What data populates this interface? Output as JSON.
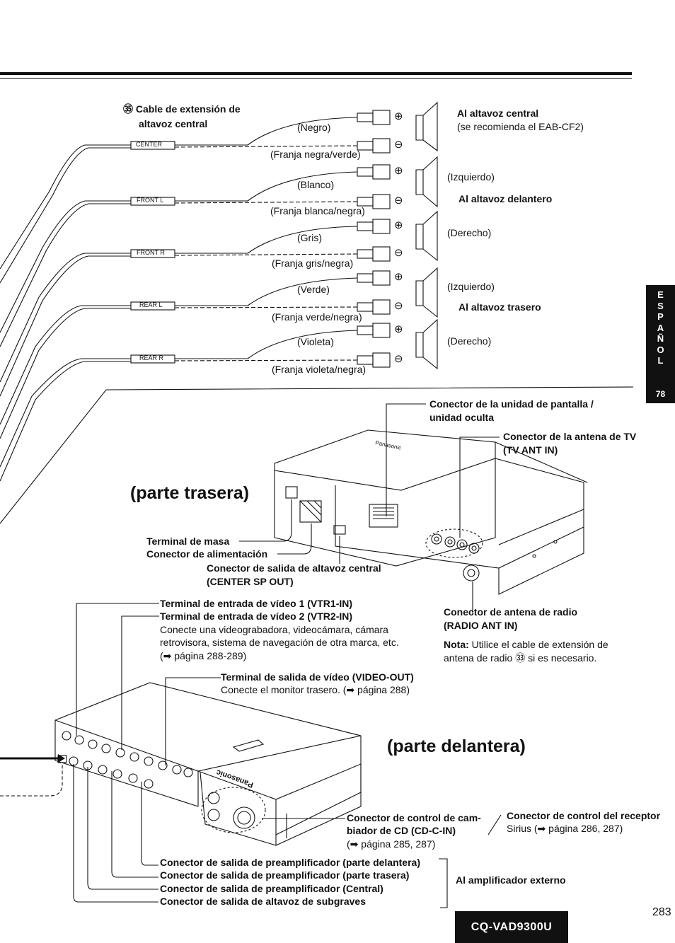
{
  "cable_section": {
    "ref_number": "㉟",
    "cable_title_line1": "Cable de extensión de",
    "cable_title_line2": "altavoz central",
    "connectors": [
      {
        "tag": "CENTER",
        "wire_plus": "(Negro)",
        "wire_minus": "(Franja negra/verde)"
      },
      {
        "tag": "FRONT L",
        "wire_plus": "(Blanco)",
        "wire_minus": "(Franja blanca/negra)"
      },
      {
        "tag": "FRONT R",
        "wire_plus": "(Gris)",
        "wire_minus": "(Franja gris/negra)"
      },
      {
        "tag": "REAR L",
        "wire_plus": "(Verde)",
        "wire_minus": "(Franja verde/negra)"
      },
      {
        "tag": "REAR R",
        "wire_plus": "(Violeta)",
        "wire_minus": "(Franja violeta/negra)"
      }
    ],
    "plus_symbol": "⊕",
    "minus_symbol": "⊖",
    "speakers": {
      "center_title": "Al altavoz central",
      "center_note": "(se recomienda el EAB-CF2)",
      "front_left": "(Izquierdo)",
      "front_title": "Al altavoz delantero",
      "front_right": "(Derecho)",
      "rear_left": "(Izquierdo)",
      "rear_title": "Al altavoz trasero",
      "rear_right": "(Derecho)"
    }
  },
  "rear_view": {
    "title": "(parte trasera)",
    "display_connector_line1": "Conector de la unidad de pantalla /",
    "display_connector_line2": "unidad oculta",
    "tv_antenna_line1": "Conector de la antena de TV",
    "tv_antenna_line2": "(TV ANT IN)",
    "ground": "Terminal de masa",
    "power": "Conector de alimentación",
    "center_sp_line1": "Conector de salida de altavoz central",
    "center_sp_line2": "(CENTER SP OUT)",
    "radio_antenna_line1": "Conector de antena de radio",
    "radio_antenna_line2": "(RADIO ANT IN)",
    "nota_label": "Nota:",
    "nota_text_line1": "Utilice el cable de extensión de",
    "nota_text_line2": "antena de radio ㉝ si es necesario."
  },
  "front_view": {
    "title": "(parte delantera)",
    "vtr1": "Terminal de entrada de vídeo 1 (VTR1-IN)",
    "vtr2": "Terminal de entrada de vídeo 2 (VTR2-IN)",
    "vtr_desc_line1": "Conecte una videograbadora, videocámara, cámara",
    "vtr_desc_line2": "retrovisora, sistema de navegación de otra marca, etc.",
    "vtr_desc_line3": "(➡ página 288-289)",
    "video_out": "Terminal de salida de vídeo (VIDEO-OUT)",
    "video_out_desc": "Conecte el monitor trasero. (➡ página 288)",
    "cd_changer_line1": "Conector de control de cam-",
    "cd_changer_line2": "biador de CD (CD-C-IN)",
    "cd_changer_line3": "(➡ página 285, 287)",
    "sirius_line1": "Conector de control del receptor",
    "sirius_line2": "Sirius (➡ página 286, 287)",
    "preamp_front": "Conector de salida de preamplificador (parte delantera)",
    "preamp_rear": "Conector de salida de preamplificador (parte trasera)",
    "preamp_center": "Conector de salida de preamplificador (Central)",
    "subwoofer": "Conector de salida de altavoz de subgraves",
    "external_amp": "Al amplificador externo"
  },
  "side_tab": {
    "letters": "ESPAÑOL",
    "page": "78"
  },
  "footer": {
    "model": "CQ-VAD9300U",
    "page_number": "283"
  }
}
